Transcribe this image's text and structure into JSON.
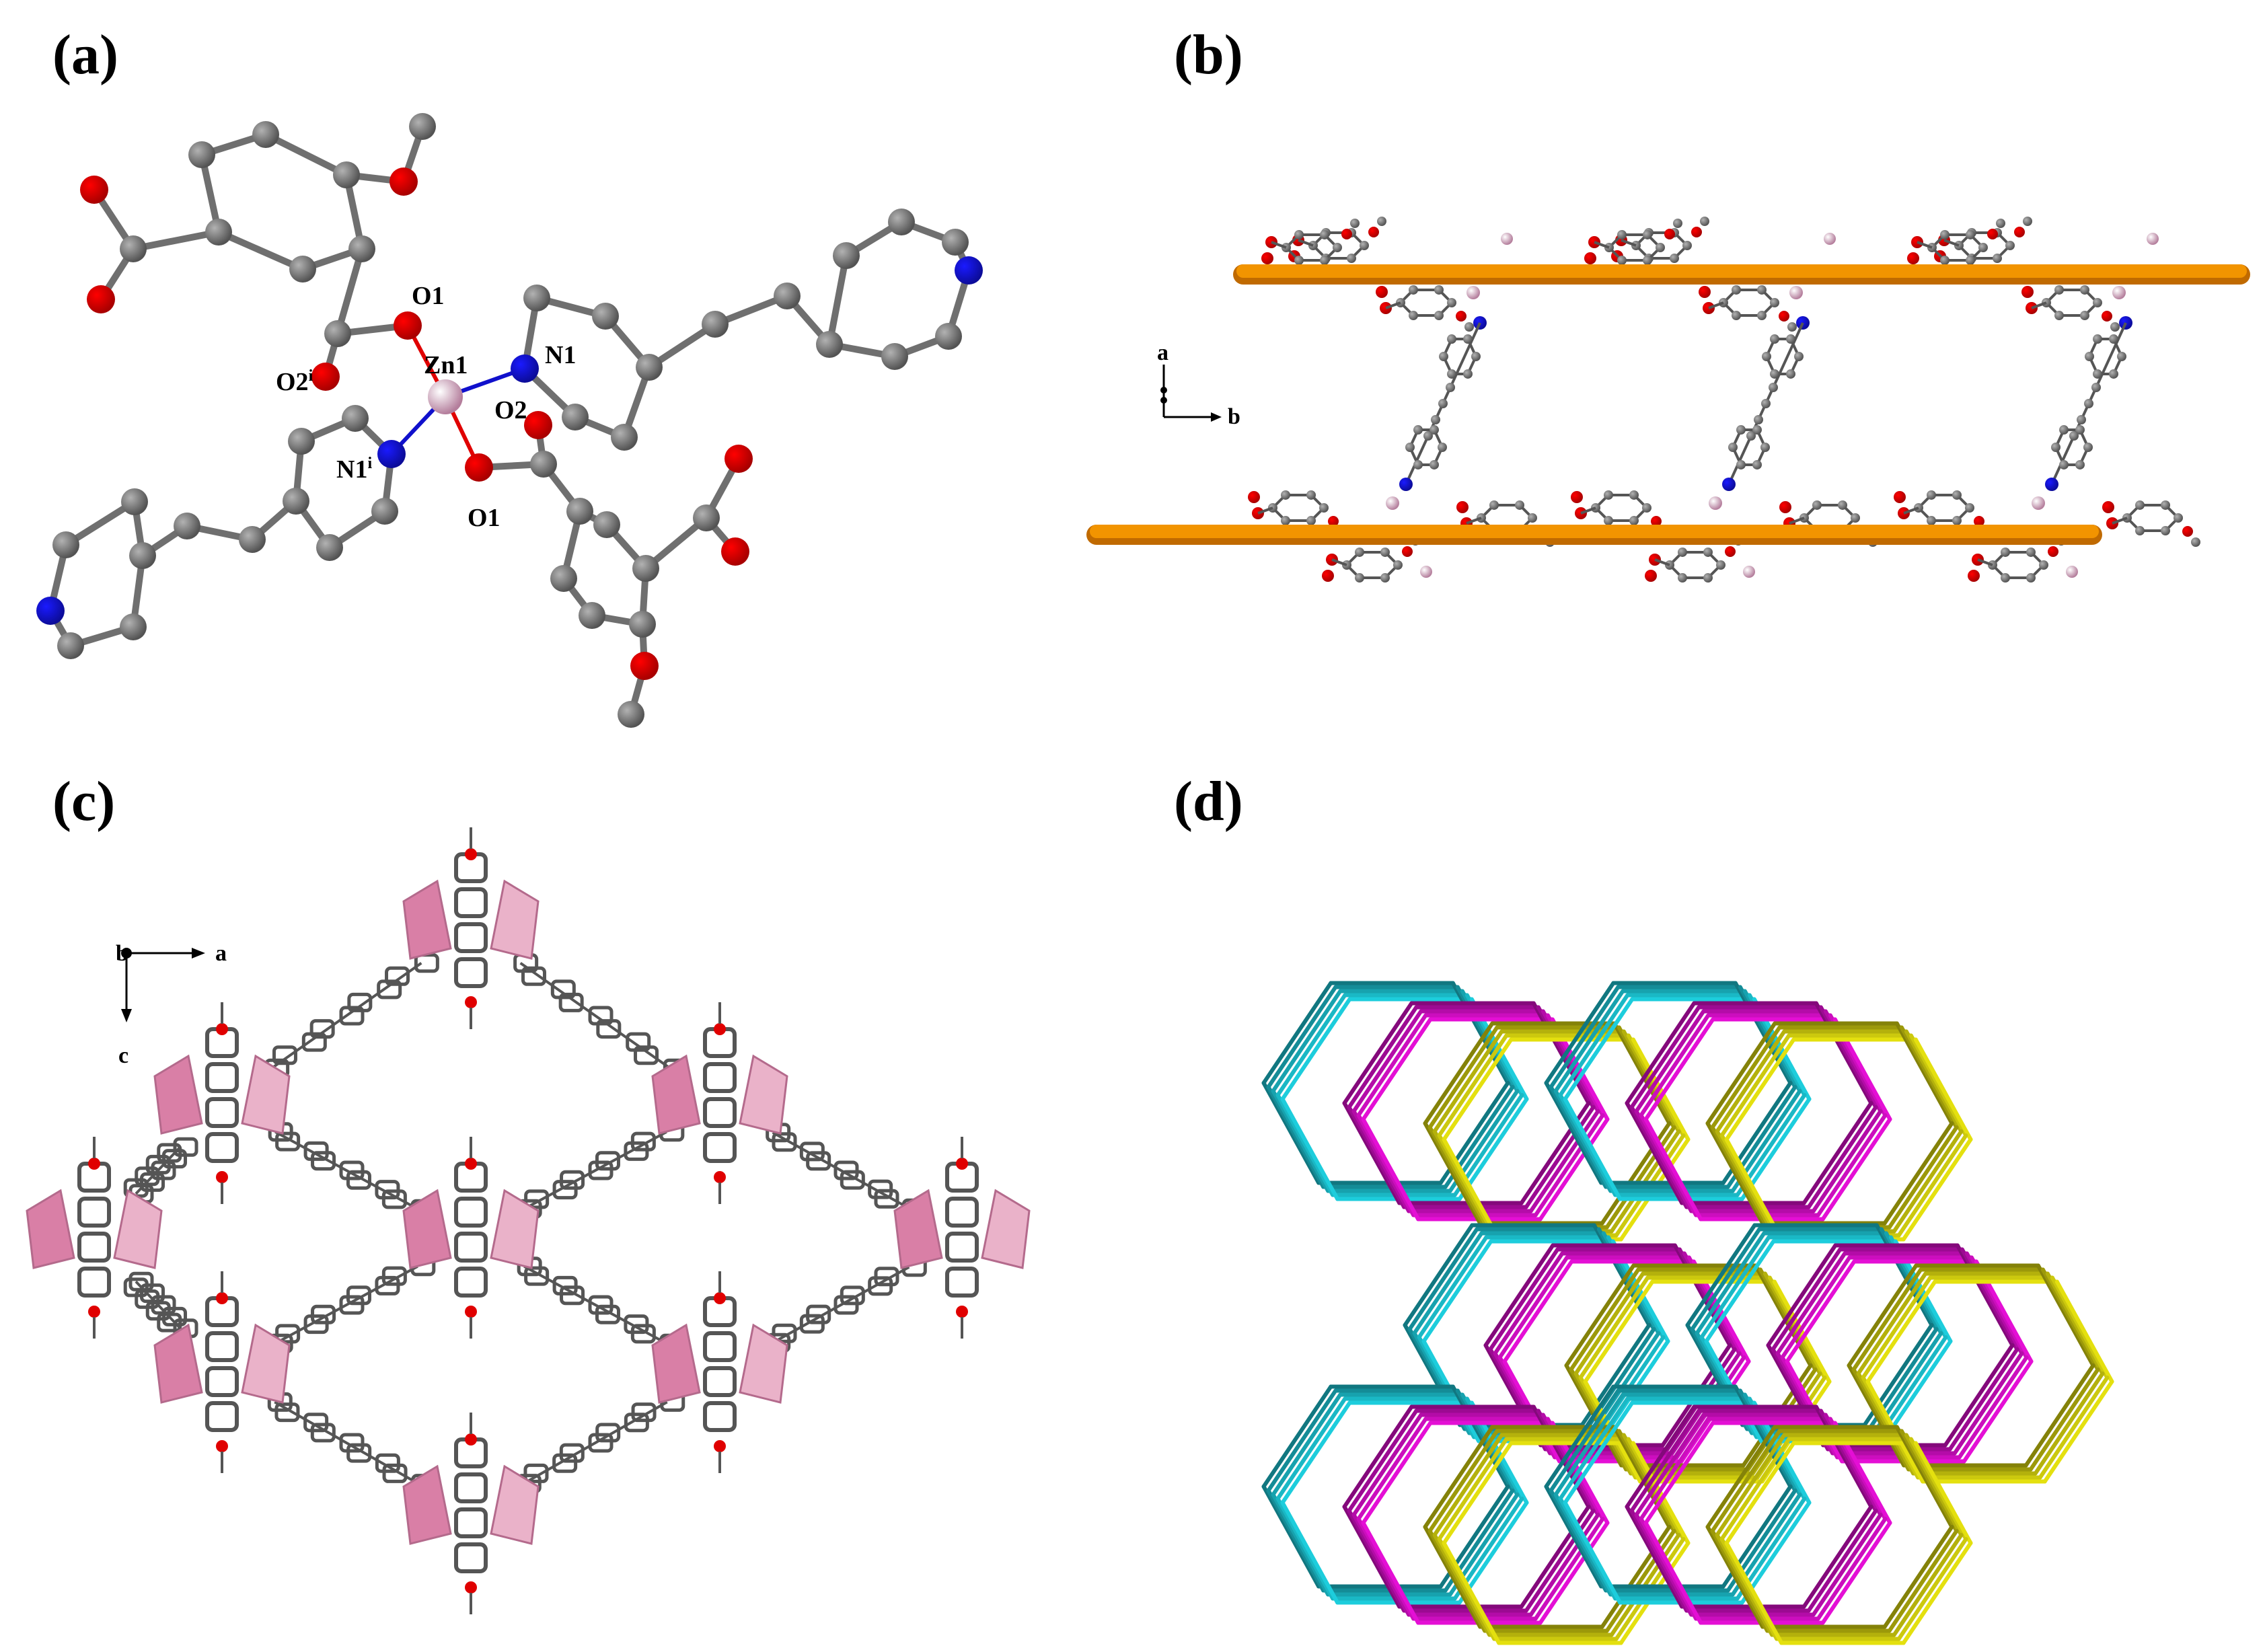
{
  "panels": {
    "a": {
      "label": "(a)"
    },
    "b": {
      "label": "(b)"
    },
    "c": {
      "label": "(c)"
    },
    "d": {
      "label": "(d)"
    }
  },
  "atoms_a": {
    "O1_top": "O1",
    "Zn1": "Zn1",
    "N1_right": "N1",
    "O2i": "O2",
    "O2i_sup": "i",
    "O2": "O2",
    "N1i": "N1",
    "N1i_sup": "i",
    "O1_bottom": "O1"
  },
  "axes_b": {
    "vertical": "a",
    "horizontal": "b"
  },
  "axes_c": {
    "origin": "b",
    "horizontal": "a",
    "vertical": "c"
  },
  "colors": {
    "carbon": "#6f6f6f",
    "oxygen": "#e00000",
    "nitrogen": "#1010cc",
    "zinc": "#f0a8d0",
    "rod": "#f29400",
    "polyhedron": "#d97fa6",
    "net_cyan": "#1ed8e8",
    "net_magenta": "#f010e0",
    "net_yellow": "#f0ec10"
  }
}
